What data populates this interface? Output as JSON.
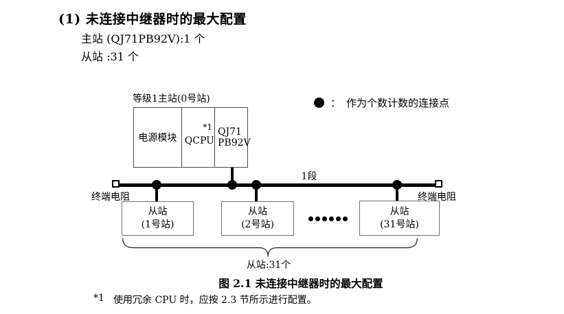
{
  "page": {
    "heading": "(1) 未连接中继器时的最大配置",
    "config_lines": {
      "master": "主站 (QJ71PB92V):1 个",
      "slaves": "从站 :31 个"
    },
    "caption": "图 2.1 未连接中继器时的最大配置",
    "footnote": {
      "marker": "*1",
      "text": "使用冗余 CPU 时，应按 2.3 节所示进行配置。"
    }
  },
  "diagram": {
    "master_station": {
      "label": "等级1主站(0号站)",
      "modules": {
        "power": "电源模块",
        "cpu": "QCPU",
        "cpu_note": "*1",
        "network_line1": "QJ71",
        "network_line2": "PB92V"
      }
    },
    "legend": {
      "icon": "filled-circle",
      "separator": "：",
      "text": "作为个数计数的连接点"
    },
    "bus": {
      "segment_label": "1段",
      "terminator_left": "终端电阻",
      "terminator_right": "终端电阻"
    },
    "slaves": [
      {
        "line1": "从站",
        "line2": "(1号站)"
      },
      {
        "line1": "从站",
        "line2": "(2号站)"
      },
      {
        "line1": "从站",
        "line2": "(31号站)"
      }
    ],
    "ellipsis_dot_count": 6,
    "brace_label": "从站:31个",
    "colors": {
      "ink": "#000000",
      "master_border": "#4a4a4a",
      "slave_border": "#707070",
      "background": "#ffffff"
    }
  }
}
